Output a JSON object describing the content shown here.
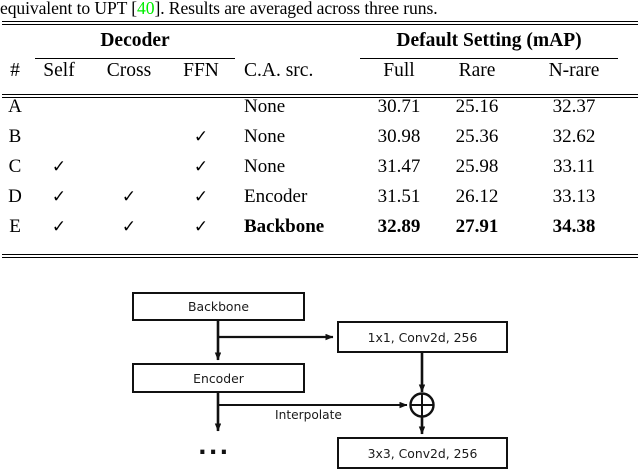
{
  "caption": {
    "prefix": "equivalent to UPT [",
    "citation": "40",
    "suffix": "]. Results are averaged across three runs.",
    "citation_color": "#00ee00"
  },
  "table": {
    "group_headers": [
      {
        "label": "Decoder"
      },
      {
        "label": "Default Setting (mAP)"
      }
    ],
    "columns": [
      "#",
      "Self",
      "Cross",
      "FFN",
      "C.A. src.",
      "Full",
      "Rare",
      "N-rare"
    ],
    "check_glyph": "✓",
    "rows": [
      {
        "id": "A",
        "self": "",
        "cross": "",
        "ffn": "",
        "ca_src": "None",
        "full": "30.71",
        "rare": "25.16",
        "nrare": "32.37",
        "bold": false
      },
      {
        "id": "B",
        "self": "",
        "cross": "",
        "ffn": "✓",
        "ca_src": "None",
        "full": "30.98",
        "rare": "25.36",
        "nrare": "32.62",
        "bold": false
      },
      {
        "id": "C",
        "self": "✓",
        "cross": "",
        "ffn": "✓",
        "ca_src": "None",
        "full": "31.47",
        "rare": "25.98",
        "nrare": "33.11",
        "bold": false
      },
      {
        "id": "D",
        "self": "✓",
        "cross": "✓",
        "ffn": "✓",
        "ca_src": "Encoder",
        "full": "31.51",
        "rare": "26.12",
        "nrare": "33.13",
        "bold": false
      },
      {
        "id": "E",
        "self": "✓",
        "cross": "✓",
        "ffn": "✓",
        "ca_src": "Backbone",
        "full": "32.89",
        "rare": "27.91",
        "nrare": "34.38",
        "bold": true
      }
    ]
  },
  "diagram": {
    "nodes": {
      "backbone": "Backbone",
      "encoder": "Encoder",
      "conv1x1": "1x1, Conv2d, 256",
      "conv3x3": "3x3, Conv2d, 256",
      "ellipsis": "...",
      "sum_symbol": "⊕"
    },
    "edge_labels": {
      "interpolate": "Interpolate"
    }
  }
}
